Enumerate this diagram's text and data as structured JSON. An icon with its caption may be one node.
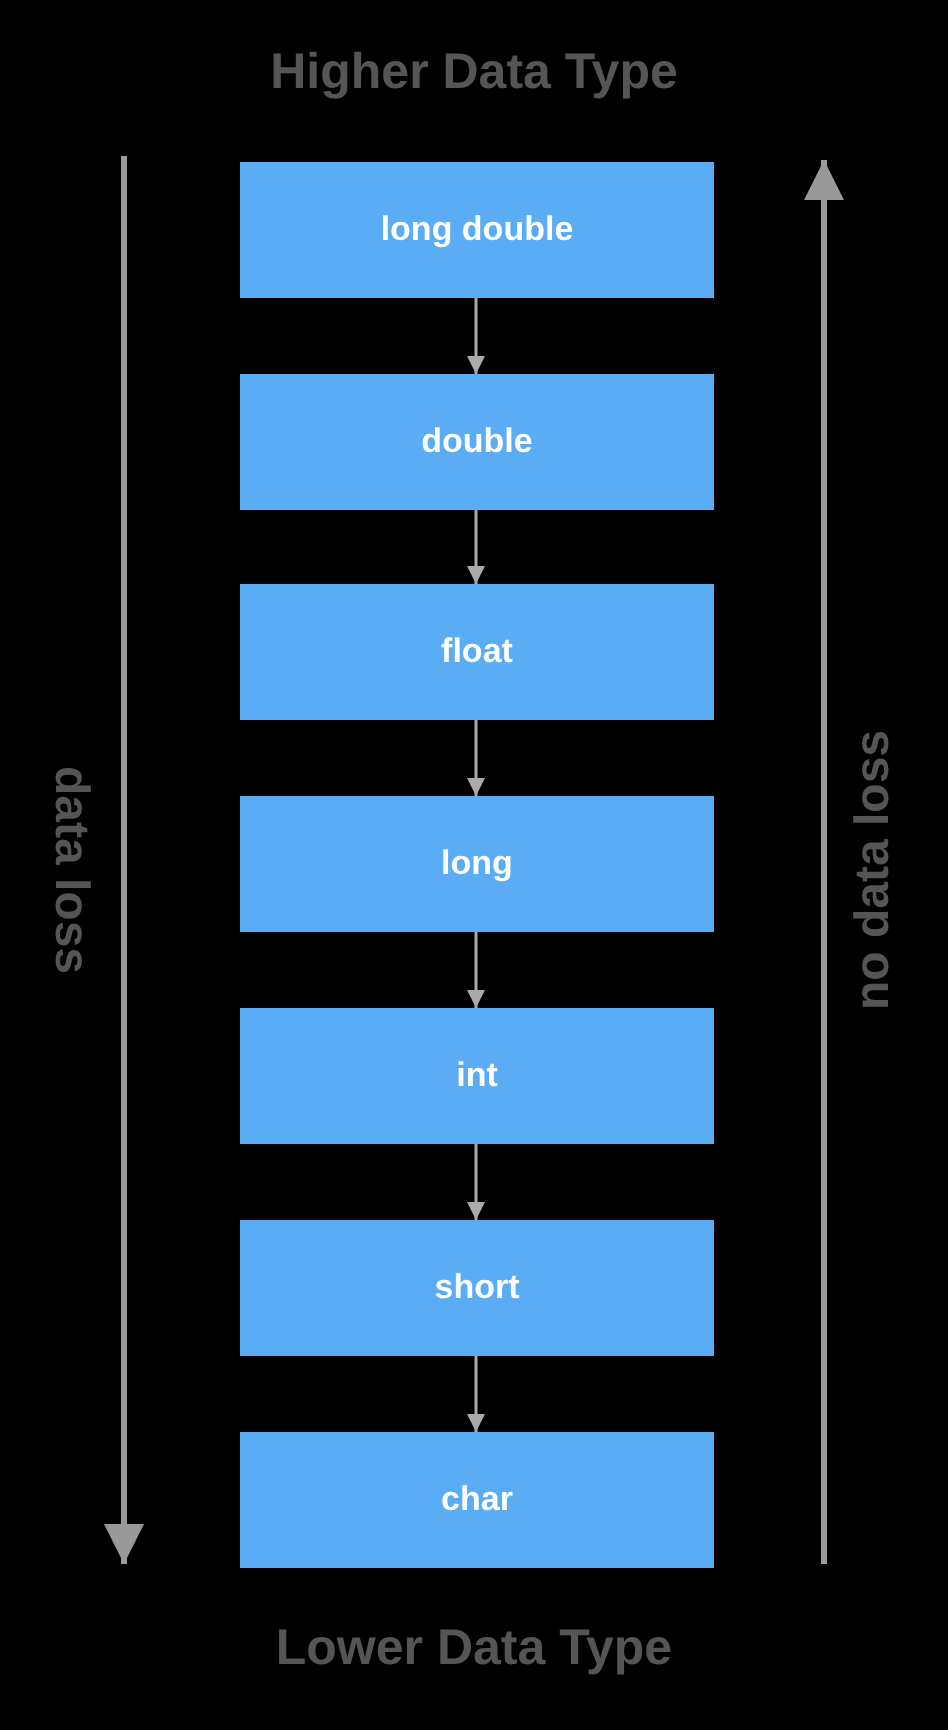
{
  "diagram": {
    "nodes": [
      {
        "text": [
          "long double"
        ]
      },
      {
        "text": [
          "double"
        ]
      },
      {
        "text": [
          "float"
        ]
      },
      {
        "text": [
          "long"
        ]
      },
      {
        "text": [
          "int"
        ]
      },
      {
        "text": [
          "short"
        ]
      },
      {
        "text": [
          "char"
        ]
      }
    ],
    "edges": [
      {
        "from": 0,
        "to": 1,
        "arrow": "to"
      },
      {
        "from": 1,
        "to": 2,
        "arrow": "to"
      },
      {
        "from": 2,
        "to": 3,
        "arrow": "to"
      },
      {
        "from": 3,
        "to": 4,
        "arrow": "to"
      },
      {
        "from": 4,
        "to": 5,
        "arrow": "to"
      },
      {
        "from": 5,
        "to": 6,
        "arrow": "to"
      }
    ],
    "labels": [
      "Higher Data Type",
      "data loss",
      "no data loss",
      "Lower Data Type"
    ]
  }
}
